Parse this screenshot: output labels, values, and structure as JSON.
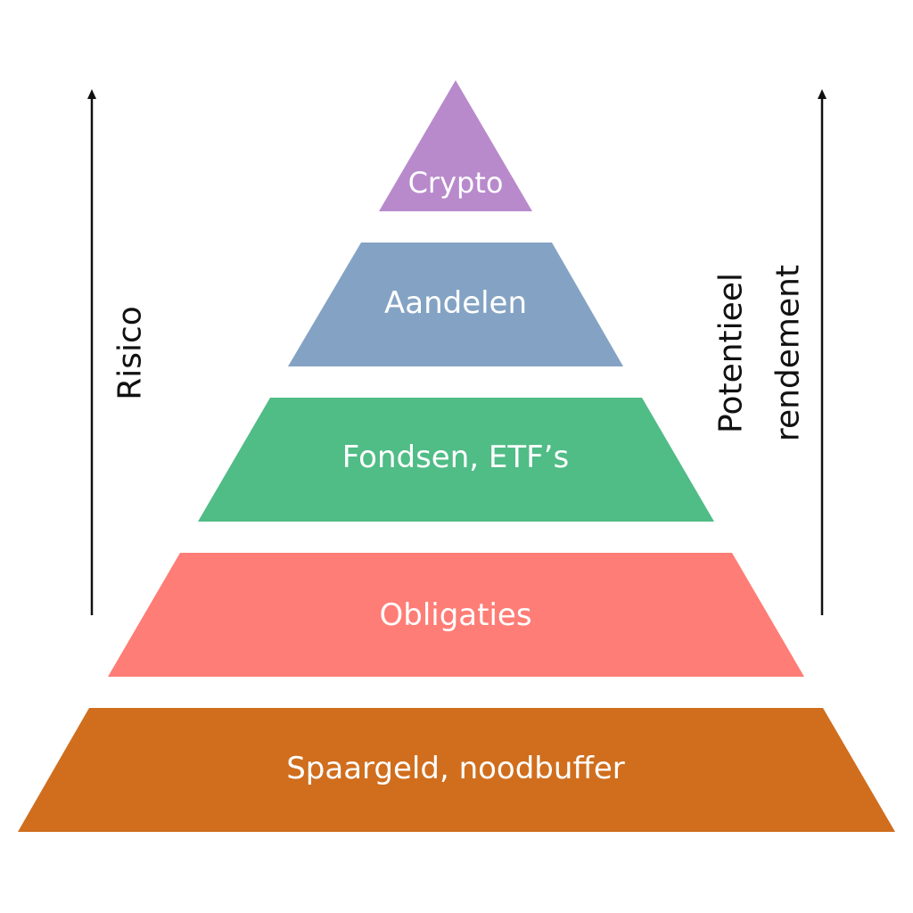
{
  "diagram": {
    "tiers": [
      {
        "label": "Crypto",
        "color": "#B88ACC"
      },
      {
        "label": "Aandelen",
        "color": "#84A3C4"
      },
      {
        "label": "Fondsen, ETF’s",
        "color": "#50BC86"
      },
      {
        "label": "Obligaties",
        "color": "#FE7D76"
      },
      {
        "label": "Spaargeld, noodbuffer",
        "color": "#D06E1E"
      }
    ],
    "left_axis": {
      "label": "Risico"
    },
    "right_axis": {
      "label_line1": "Potentieel",
      "label_line2": "rendement"
    }
  }
}
